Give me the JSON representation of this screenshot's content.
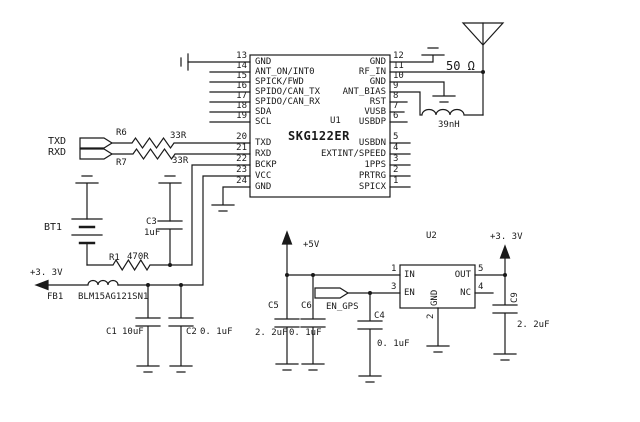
{
  "u1": {
    "ref": "U1",
    "part": "SKG122ER",
    "left_pins": [
      {
        "num": "13",
        "name": "GND"
      },
      {
        "num": "14",
        "name": "ANT_ON/INT0"
      },
      {
        "num": "15",
        "name": "SPICK/FWD"
      },
      {
        "num": "16",
        "name": "SPIDO/CAN_TX"
      },
      {
        "num": "17",
        "name": "SPIDO/CAN_RX"
      },
      {
        "num": "18",
        "name": "SDA"
      },
      {
        "num": "19",
        "name": "SCL"
      },
      {
        "num": "20",
        "name": "TXD"
      },
      {
        "num": "21",
        "name": "RXD"
      },
      {
        "num": "22",
        "name": "BCKP"
      },
      {
        "num": "23",
        "name": "VCC"
      },
      {
        "num": "24",
        "name": "GND"
      }
    ],
    "right_pins": [
      {
        "num": "12",
        "name": "GND"
      },
      {
        "num": "11",
        "name": "RF_IN"
      },
      {
        "num": "10",
        "name": "GND"
      },
      {
        "num": "9",
        "name": "ANT_BIAS"
      },
      {
        "num": "8",
        "name": "RST"
      },
      {
        "num": "7",
        "name": "VUSB"
      },
      {
        "num": "6",
        "name": "USBDP"
      },
      {
        "num": "5",
        "name": "USBDN"
      },
      {
        "num": "4",
        "name": "EXTINT/SPEED"
      },
      {
        "num": "3",
        "name": "1PPS"
      },
      {
        "num": "2",
        "name": "PRTRG"
      },
      {
        "num": "1",
        "name": "SPICX"
      }
    ]
  },
  "u2": {
    "ref": "U2",
    "pin_in": {
      "num": "1",
      "name": "IN"
    },
    "pin_en": {
      "num": "3",
      "name": "EN"
    },
    "pin_gnd": {
      "num": "2",
      "name": "GND"
    },
    "pin_out": {
      "num": "5",
      "name": "OUT"
    },
    "pin_nc": {
      "num": "4",
      "name": "NC"
    }
  },
  "connectors": {
    "txd": "TXD",
    "rxd": "RXD",
    "en_gps": "EN_GPS"
  },
  "power": {
    "v33_left": "+3. 3V",
    "v5": "+5V",
    "v33_right": "+3. 3V"
  },
  "rf": {
    "impedance": "50 Ω",
    "inductor_value": "39nH"
  },
  "components": {
    "r6": {
      "ref": "R6",
      "value": "33R"
    },
    "r7": {
      "ref": "R7",
      "value": "33R"
    },
    "r1": {
      "ref": "R1",
      "value": "470R"
    },
    "bt1": {
      "ref": "BT1"
    },
    "c3": {
      "ref": "C3",
      "value": "1uF"
    },
    "c1": {
      "ref": "C1",
      "value": "10uF"
    },
    "c2": {
      "ref": "C2",
      "value": "0. 1uF"
    },
    "c5": {
      "ref": "C5",
      "value": "2. 2uF"
    },
    "c6": {
      "ref": "C6",
      "value": "0. 1uF"
    },
    "c4": {
      "ref": "C4",
      "value": "0. 1uF"
    },
    "c9": {
      "ref": "C9",
      "value": "2. 2uF"
    },
    "fb1": {
      "ref": "FB1",
      "part": "BLM15AG121SN1"
    }
  },
  "colors": {
    "line": "#1a1a1a",
    "background": "#ffffff"
  }
}
